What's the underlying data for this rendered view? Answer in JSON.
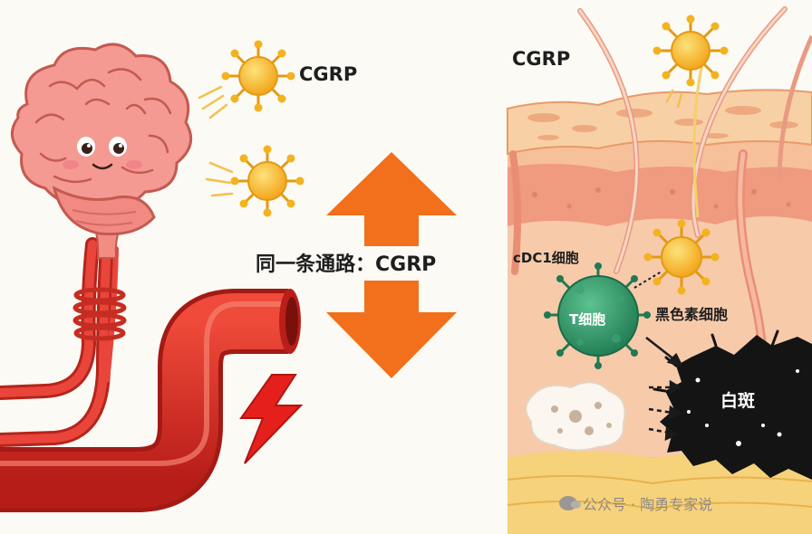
{
  "labels": {
    "cgrp_left": "CGRP",
    "cgrp_right": "CGRP",
    "center": "同一条通路：CGRP",
    "cdc1": "cDC1细胞",
    "t_cell": "T细胞",
    "melanocyte": "黑色素细胞",
    "vitiligo": "白斑"
  },
  "watermark": {
    "text": "公众号 · 陶勇专家说",
    "icon": "wechat-icon"
  },
  "colors": {
    "background": "#fbfaf5",
    "arrow": "#f26f1b",
    "vessel": "#d92d24",
    "brain": "#f2948e",
    "molecule": "#f7b624",
    "t_cell": "#2e8a62",
    "vitiligo": "#141414",
    "lightning": "#e5201c"
  }
}
